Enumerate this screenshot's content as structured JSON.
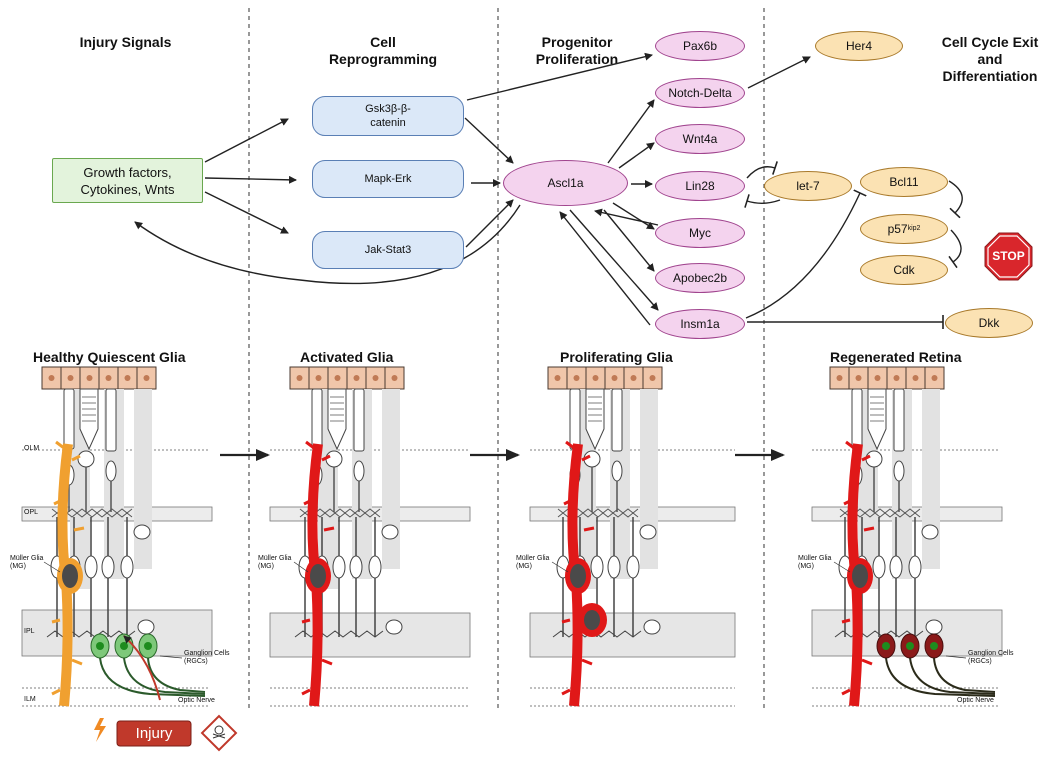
{
  "stages": {
    "injury": "Injury Signals",
    "reprogramming": "Cell Reprogramming",
    "proliferation": "Progenitor Proliferation",
    "exit": "Cell Cycle Exit and Differentiation"
  },
  "nodes": {
    "growth": "Growth factors, Cytokines, Wnts",
    "gsk": "Gsk3β-β-catenin",
    "mapk": "Mapk-Erk",
    "jak": "Jak-Stat3",
    "ascl1a": "Ascl1a",
    "pax6b": "Pax6b",
    "notch": "Notch-Delta",
    "wnt4a": "Wnt4a",
    "lin28": "Lin28",
    "myc": "Myc",
    "apobec": "Apobec2b",
    "insm1a": "Insm1a",
    "her4": "Her4",
    "let7": "let-7",
    "bcl11": "Bcl11",
    "p57": "p57",
    "p57_sup": "kip2",
    "cdk": "Cdk",
    "dkk": "Dkk",
    "stop": "STOP"
  },
  "panels": {
    "p1": "Healthy Quiescent Glia",
    "p2": "Activated Glia",
    "p3": "Proliferating Glia",
    "p4": "Regenerated Retina"
  },
  "layers": {
    "olm": "OLM",
    "opl": "OPL",
    "ipl": "IPL",
    "ilm": "ILM"
  },
  "labels": {
    "muller": "Müller Glia (MG)",
    "ganglion": "Ganglion Cells (RGCs)",
    "optic": "Optic Nerve",
    "injury": "Injury"
  },
  "colors": {
    "healthy_glia": "#f0a030",
    "active_glia": "#e01818",
    "nucleus": "#4a4a4a",
    "rgc_healthy": "#7ec87a",
    "rgc_regenerated": "#8b1a1a",
    "injury_box": "#c0392b",
    "stop_sign": "#d9262c"
  }
}
